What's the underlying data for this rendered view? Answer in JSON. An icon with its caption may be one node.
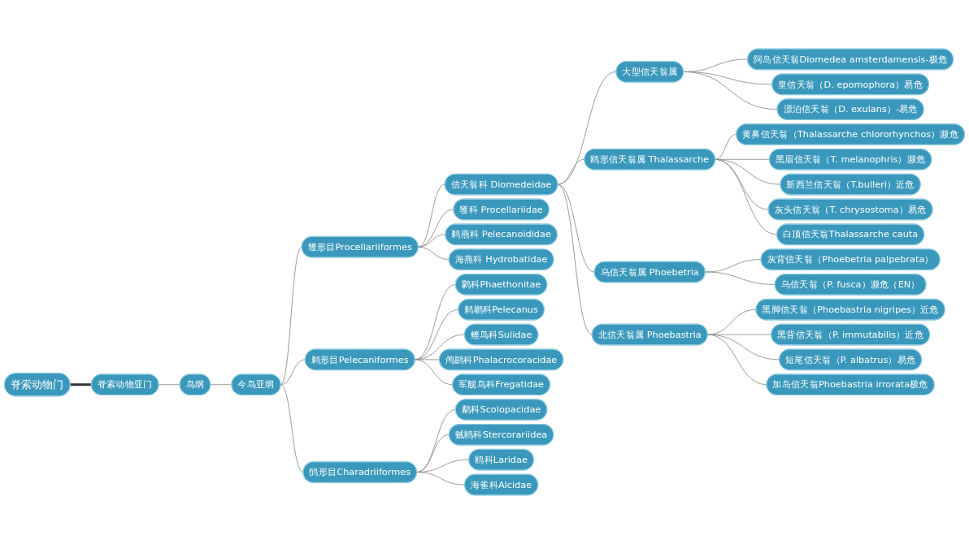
{
  "diagram": {
    "nodes": [
      {
        "text": [
          "脊索动物门"
        ]
      },
      {
        "text": [
          "脊索动物亚门"
        ]
      },
      {
        "text": [
          "鸟纲"
        ]
      },
      {
        "text": [
          "今鸟亚纲"
        ]
      },
      {
        "text": [
          "鹱形目Procellariiformes"
        ]
      },
      {
        "text": [
          "信天翁科 Diomedeidae"
        ]
      },
      {
        "text": [
          "大型信天翁属"
        ]
      },
      {
        "text": [
          "阿岛信天翁Diomedea amsterdamensis-极危"
        ]
      },
      {
        "text": [
          "皇信天翁（D. epomophora）易危"
        ]
      },
      {
        "text": [
          "漂泊信天翁（D. exulans）-易危"
        ]
      },
      {
        "text": [
          "鸥形信天翁属 Thalassarche"
        ]
      },
      {
        "text": [
          "黄鼻信天翁（Thalassarche chlororhynchos）濒危"
        ]
      },
      {
        "text": [
          "黑眉信天翁（T. melanophris）濒危"
        ]
      },
      {
        "text": [
          "新西兰信天翁（T.bulleri）近危"
        ]
      },
      {
        "text": [
          "灰头信天翁（T. chrysostoma）易危"
        ]
      },
      {
        "text": [
          "白顶信天翁Thalassarche cauta"
        ]
      },
      {
        "text": [
          "乌信天翁属 Phoebetria"
        ]
      },
      {
        "text": [
          "灰背信天翁（Phoebetria palpebrata）"
        ]
      },
      {
        "text": [
          "乌信天翁（P. fusca）濒危（EN）"
        ]
      },
      {
        "text": [
          "北信天翁属 Phoebastria"
        ]
      },
      {
        "text": [
          "黑脚信天翁（Phoebastria nigripes）近危"
        ]
      },
      {
        "text": [
          "黑背信天翁（P. immutabilis）近危"
        ]
      },
      {
        "text": [
          "短尾信天翁（P. albatrus）易危"
        ]
      },
      {
        "text": [
          "加岛信天翁Phoebastria irrorata极危"
        ]
      },
      {
        "text": [
          "鹱科 Procellariidae"
        ]
      },
      {
        "text": [
          "鹈燕科 Pelecanoididae"
        ]
      },
      {
        "text": [
          "海燕科 Hydrobatidae"
        ]
      },
      {
        "text": [
          "鹈形目Pelecaniformes"
        ]
      },
      {
        "text": [
          "鹲科Phaethonitae"
        ]
      },
      {
        "text": [
          "鹈鹕科Pelecanus"
        ]
      },
      {
        "text": [
          "鲣鸟科Sulidae"
        ]
      },
      {
        "text": [
          "鸬鹚科Phalacrocoracidae"
        ]
      },
      {
        "text": [
          "军舰鸟科Fregatidae"
        ]
      },
      {
        "text": [
          "鸻形目Charadriiformes"
        ]
      },
      {
        "text": [
          "鹬科Scolopacidae"
        ]
      },
      {
        "text": [
          "贼鸥科Stercorariidea"
        ]
      },
      {
        "text": [
          "鸥科Laridae"
        ]
      },
      {
        "text": [
          "海雀科Alcidae"
        ]
      }
    ],
    "edges": [
      {
        "from": 0,
        "to": 1,
        "arrow": "none",
        "style": "thick",
        "color": "#333333"
      },
      {
        "from": 1,
        "to": 2,
        "arrow": "none"
      },
      {
        "from": 2,
        "to": 3,
        "arrow": "none"
      },
      {
        "from": 3,
        "to": 4,
        "arrow": "none"
      },
      {
        "from": 4,
        "to": 5,
        "arrow": "none"
      },
      {
        "from": 5,
        "to": 6,
        "arrow": "none"
      },
      {
        "from": 6,
        "to": 7,
        "arrow": "none"
      },
      {
        "from": 6,
        "to": 8,
        "arrow": "none"
      },
      {
        "from": 6,
        "to": 9,
        "arrow": "none"
      },
      {
        "from": 5,
        "to": 10,
        "arrow": "none"
      },
      {
        "from": 10,
        "to": 11,
        "arrow": "none"
      },
      {
        "from": 10,
        "to": 12,
        "arrow": "none"
      },
      {
        "from": 10,
        "to": 13,
        "arrow": "none"
      },
      {
        "from": 10,
        "to": 14,
        "arrow": "none"
      },
      {
        "from": 10,
        "to": 15,
        "arrow": "none"
      },
      {
        "from": 5,
        "to": 16,
        "arrow": "none"
      },
      {
        "from": 16,
        "to": 17,
        "arrow": "none"
      },
      {
        "from": 16,
        "to": 18,
        "arrow": "none"
      },
      {
        "from": 5,
        "to": 19,
        "arrow": "none"
      },
      {
        "from": 19,
        "to": 20,
        "arrow": "none"
      },
      {
        "from": 19,
        "to": 21,
        "arrow": "none"
      },
      {
        "from": 19,
        "to": 22,
        "arrow": "none"
      },
      {
        "from": 19,
        "to": 23,
        "arrow": "none"
      },
      {
        "from": 4,
        "to": 24,
        "arrow": "none"
      },
      {
        "from": 4,
        "to": 25,
        "arrow": "none"
      },
      {
        "from": 4,
        "to": 26,
        "arrow": "none"
      },
      {
        "from": 3,
        "to": 27,
        "arrow": "none"
      },
      {
        "from": 27,
        "to": 28,
        "arrow": "none"
      },
      {
        "from": 27,
        "to": 29,
        "arrow": "none"
      },
      {
        "from": 27,
        "to": 30,
        "arrow": "none"
      },
      {
        "from": 27,
        "to": 31,
        "arrow": "none"
      },
      {
        "from": 27,
        "to": 32,
        "arrow": "none"
      },
      {
        "from": 3,
        "to": 33,
        "arrow": "none"
      },
      {
        "from": 33,
        "to": 34,
        "arrow": "none"
      },
      {
        "from": 33,
        "to": 35,
        "arrow": "none"
      },
      {
        "from": 33,
        "to": 36,
        "arrow": "none"
      },
      {
        "from": 33,
        "to": 37,
        "arrow": "none"
      }
    ]
  }
}
